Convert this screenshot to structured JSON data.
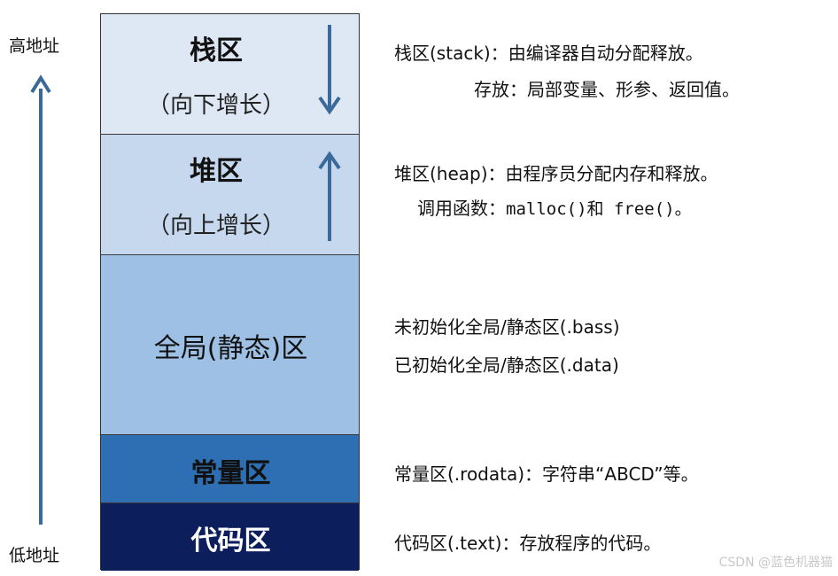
{
  "axis": {
    "high": "高地址",
    "low": "低地址"
  },
  "segments": {
    "stack": {
      "title": "栈区",
      "sub": "（向下增长）"
    },
    "heap": {
      "title": "堆区",
      "sub": "（向上增长）"
    },
    "global": {
      "title": "全局(静态)区"
    },
    "const": {
      "title": "常量区"
    },
    "code": {
      "title": "代码区"
    }
  },
  "descriptions": {
    "stack_line1": "栈区(stack)：由编译器自动分配释放。",
    "stack_line2": "存放：局部变量、形参、返回值。",
    "heap_line1": "堆区(heap)：由程序员分配内存和释放。",
    "heap_line2_prefix": "调用函数：",
    "heap_line2_code": "malloc()和 free()。",
    "global_line1": "未初始化全局/静态区(.bass)",
    "global_line2": "已初始化全局/静态区(.data)",
    "const_line1": "常量区(.rodata)：字符串“ABCD”等。",
    "code_line1": "代码区(.text)：存放程序的代码。"
  },
  "watermark": "CSDN @蓝色机器猫",
  "colors": {
    "stack": "#dde8f4",
    "heap": "#c6d8ee",
    "global": "#9ec0e5",
    "const": "#2e6fb3",
    "code": "#0c1f5c",
    "arrow": "#3b6a9a"
  }
}
